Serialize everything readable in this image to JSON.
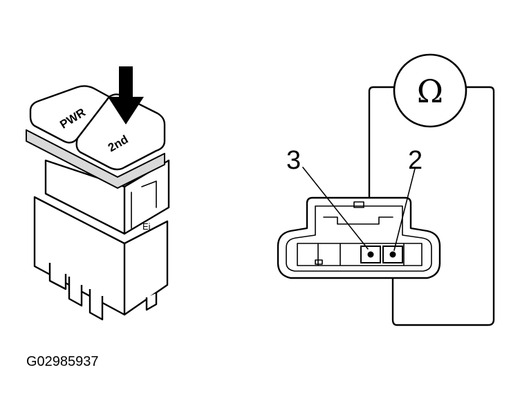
{
  "switch": {
    "left_button_label": "PWR",
    "right_button_label": "2nd",
    "small_marking": "Ei"
  },
  "connector": {
    "terminal_left_label": "3",
    "terminal_right_label": "2"
  },
  "meter": {
    "symbol": "Ω"
  },
  "figure_id": "G02985937"
}
